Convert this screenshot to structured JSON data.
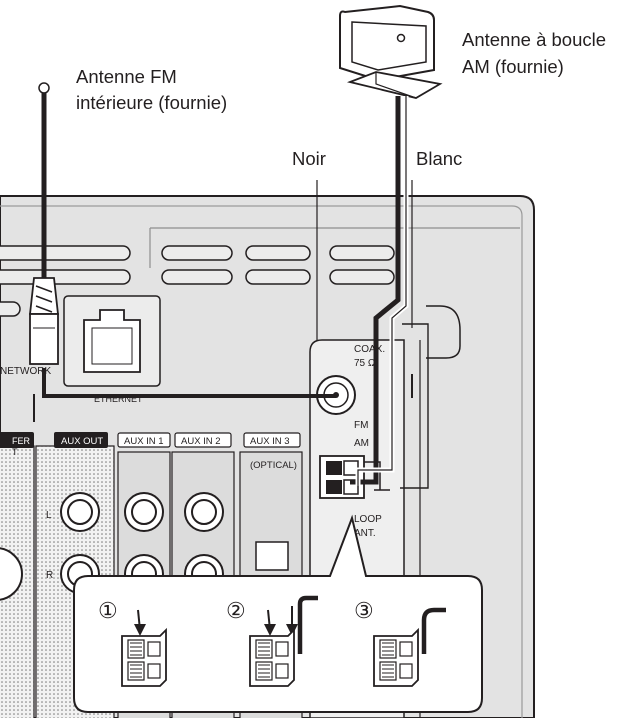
{
  "labels": {
    "fm_antenna_line1": "Antenne FM",
    "fm_antenna_line2": "intérieure (fournie)",
    "am_antenna_line1": "Antenne à boucle",
    "am_antenna_line2": "AM (fournie)",
    "wire_black": "Noir",
    "wire_white": "Blanc"
  },
  "panel": {
    "network": "NETWORK",
    "ethernet": "ETHERNET",
    "coax_line1": "COAX.",
    "coax_line2": "75 Ω",
    "fm": "FM",
    "am": "AM",
    "loop_line1": "LOOP",
    "loop_line2": "ANT.",
    "woofer_line1": "FER",
    "woofer_line2": "T",
    "aux_out": "AUX OUT",
    "aux_in1": "AUX IN 1",
    "aux_in2": "AUX IN 2",
    "aux_in3": "AUX IN 3",
    "optical": "(OPTICAL)",
    "jack_l": "L",
    "jack_r": "R"
  },
  "steps": {
    "step1": "①",
    "step2": "②",
    "step3": "③"
  },
  "colors": {
    "ink": "#231f20",
    "panel_fill": "#e3e3e3",
    "panel_inner": "#eeeeee",
    "jack_block": "#dcdcdc"
  }
}
